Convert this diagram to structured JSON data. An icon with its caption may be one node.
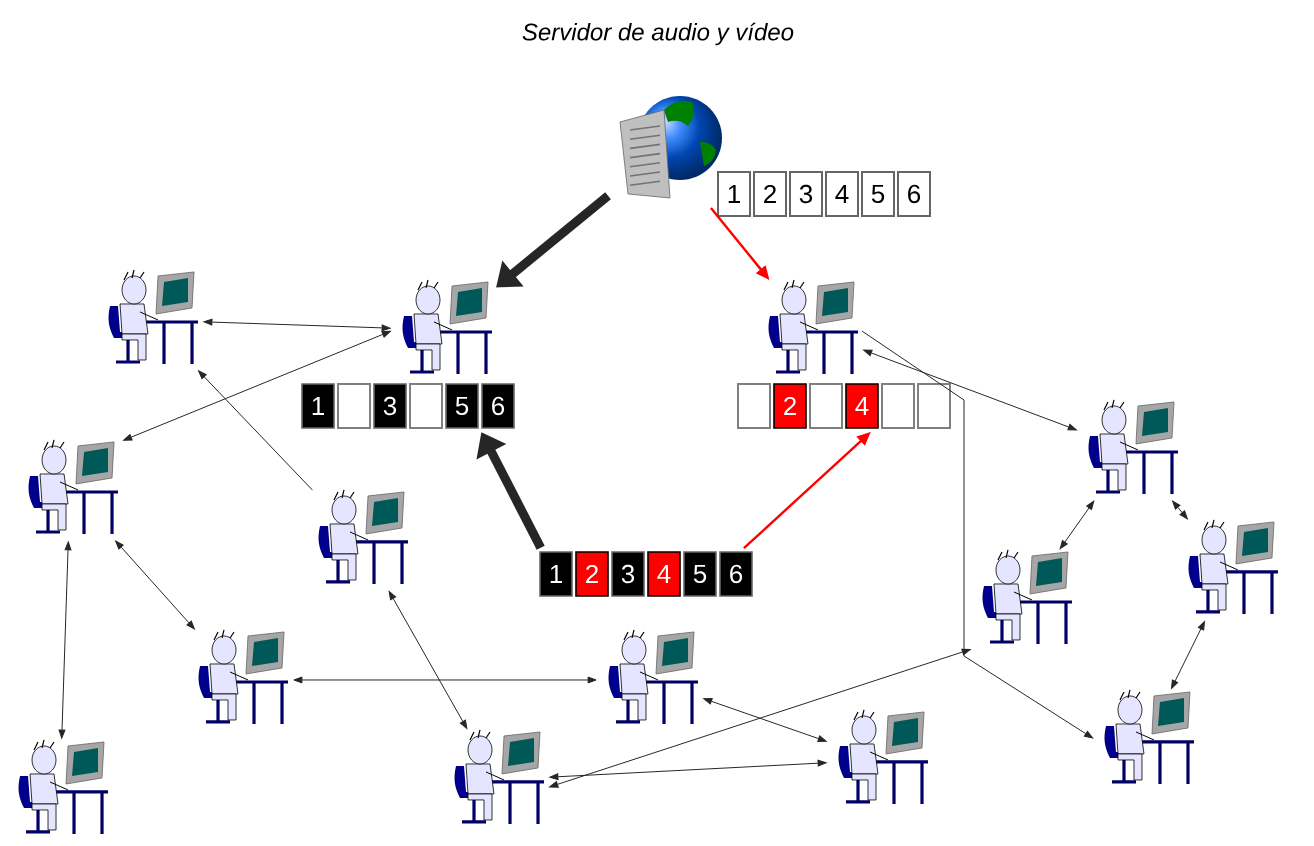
{
  "diagram": {
    "title": "Servidor de audio y vídeo",
    "nodes": [
      {
        "text": [],
        "shape": "picture"
      },
      {
        "text": [
          "1",
          "2",
          "3",
          "4",
          "5",
          "6"
        ]
      },
      {
        "text": [],
        "shape": "picture"
      },
      {
        "text": [],
        "shape": "picture"
      },
      {
        "text": [],
        "shape": "picture"
      },
      {
        "text": [
          "1",
          "3",
          "5",
          "6"
        ]
      },
      {
        "text": [
          "2",
          "4"
        ]
      },
      {
        "text": [],
        "shape": "picture"
      },
      {
        "text": [],
        "shape": "picture"
      },
      {
        "text": [],
        "shape": "picture"
      },
      {
        "text": [
          "1",
          "2",
          "3",
          "4",
          "5",
          "6"
        ]
      },
      {
        "text": [],
        "shape": "picture"
      },
      {
        "text": [],
        "shape": "picture"
      },
      {
        "text": [],
        "shape": "picture"
      },
      {
        "text": [],
        "shape": "picture"
      },
      {
        "text": [],
        "shape": "picture"
      },
      {
        "text": [],
        "shape": "picture"
      },
      {
        "text": [],
        "shape": "picture"
      },
      {
        "text": [],
        "shape": "picture"
      }
    ],
    "edges": [
      {
        "from": 0,
        "to": 3,
        "arrow": "to",
        "style": "thick"
      },
      {
        "from": 0,
        "to": 4,
        "arrow": "to",
        "color": "#ff0000"
      },
      {
        "from": 10,
        "to": 5,
        "arrow": "to",
        "style": "thick"
      },
      {
        "from": 10,
        "to": 6,
        "arrow": "to",
        "color": "#ff0000"
      },
      {
        "from": 2,
        "to": 3,
        "arrow": "both"
      },
      {
        "from": 3,
        "to": 8,
        "arrow": "both"
      },
      {
        "from": 9,
        "to": 2,
        "arrow": "to"
      },
      {
        "from": 8,
        "to": 13,
        "arrow": "both"
      },
      {
        "from": 8,
        "to": 18,
        "arrow": "both"
      },
      {
        "from": 9,
        "to": 17,
        "arrow": "both"
      },
      {
        "from": 13,
        "to": 14,
        "arrow": "both"
      },
      {
        "from": 4,
        "to": 7,
        "arrow": "both"
      },
      {
        "from": 7,
        "to": 12,
        "arrow": "both"
      },
      {
        "from": 7,
        "to": 11,
        "arrow": "both"
      },
      {
        "from": 11,
        "to": 15,
        "arrow": "both"
      },
      {
        "from": 4,
        "to": 15,
        "arrow": "to"
      },
      {
        "from": 12,
        "to": 17,
        "arrow": "both"
      },
      {
        "from": 17,
        "to": 16,
        "arrow": "both"
      },
      {
        "from": 14,
        "to": 16,
        "arrow": "both"
      }
    ]
  }
}
